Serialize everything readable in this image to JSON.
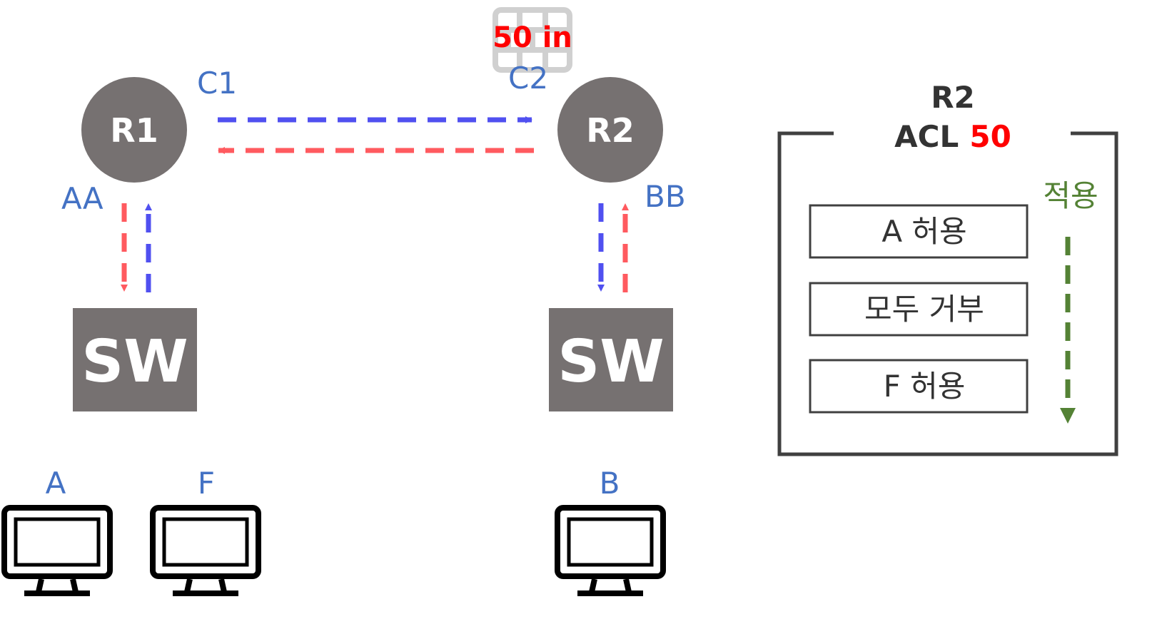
{
  "routers": {
    "r1": "R1",
    "r2": "R2"
  },
  "switches": {
    "left": "SW",
    "right": "SW"
  },
  "interfaces": {
    "c1": "C1",
    "c2": "C2",
    "aa": "AA",
    "bb": "BB"
  },
  "hosts": {
    "a": "A",
    "f": "F",
    "b": "B"
  },
  "firewall": {
    "label": "50 in"
  },
  "acl": {
    "router": "R2",
    "prefix": "ACL",
    "number": "50",
    "rules": [
      "A 허용",
      "모두 거부",
      "F 허용"
    ],
    "apply_label": "적용"
  },
  "colors": {
    "router_fill": "#767171",
    "switch_fill": "#767171",
    "blue_arrow": "#5050f0",
    "red_arrow": "#ff5a5f",
    "label_blue": "#4472c4",
    "acl_red": "#ff0000",
    "apply_green": "#548235",
    "box_border": "#404040"
  }
}
